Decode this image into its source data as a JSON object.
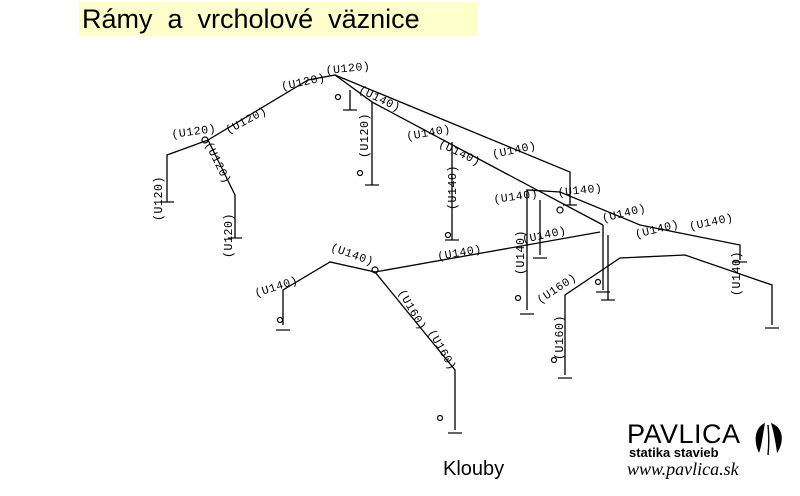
{
  "title": "Rámy  a  vrcholové  väznice",
  "caption": "Klouby",
  "brand": {
    "name": "PAVLICA",
    "subtitle": "statika stavieb",
    "url": "www.pavlica.sk",
    "logo_icon": "pavlica-logo-icon"
  },
  "member_labels": [
    "(U120)",
    "(U120)",
    "(U120)",
    "(U120)",
    "(U120)",
    "(U120)",
    "(U120)",
    "(U120)",
    "(U140)",
    "(U140)",
    "(U140)",
    "(U140)",
    "(U140)",
    "(U140)",
    "(U140)",
    "(U140)",
    "(U140)",
    "(U140)",
    "(U140)",
    "(U140)",
    "(U140)",
    "(U140)",
    "(U140)",
    "(U140)",
    "(U160)",
    "(U160)",
    "(U160)",
    "(U160)"
  ],
  "colors": {
    "title_background": "#ffffcc",
    "lines": "#000000"
  }
}
